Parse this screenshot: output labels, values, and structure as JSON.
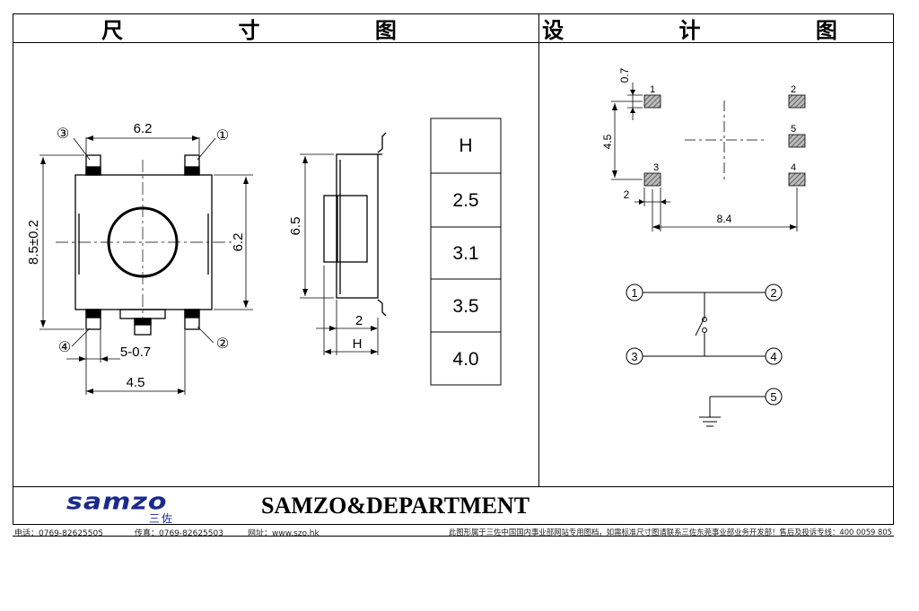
{
  "header": {
    "left_title": "尺 寸 图",
    "right_title": "设 计 图"
  },
  "dimension_drawing": {
    "top_width": "6.2",
    "height_total": "8.5±0.2",
    "body_height": "6.2",
    "side_height": "6.5",
    "pitch_small": "5-0.7",
    "pitch_bottom": "4.5",
    "side_offset": "2",
    "side_h": "H",
    "pin_labels": [
      "①",
      "②",
      "③",
      "④"
    ]
  },
  "h_table": {
    "header": "H",
    "values": [
      "2.5",
      "3.1",
      "3.5",
      "4.0"
    ]
  },
  "design_drawing": {
    "pad_size": "0.7",
    "pad_width": "2",
    "vertical_pitch": "4.5",
    "horizontal_pitch": "8.4",
    "pad_labels": [
      "1",
      "2",
      "3",
      "4",
      "5"
    ]
  },
  "circuit": {
    "nodes": [
      "1",
      "2",
      "3",
      "4",
      "5"
    ]
  },
  "brand": {
    "logo_text": "samzo",
    "logo_sub": "三佐",
    "department": "SAMZO&DEPARTMENT"
  },
  "footer": {
    "phone": "电话：0769-82625505",
    "fax": "传真：0769-82625503",
    "website": "网址：www.szo.hk",
    "notice": "此图形属于三佐中国国内事业部网站专用图档，如需标准尺寸图请联系三佐东莞事业部业务开发部！售后及投诉专线：400 0059 805"
  },
  "colors": {
    "line": "#000000",
    "hatch": "#555555",
    "logo_blue": "#1a2a8c"
  }
}
